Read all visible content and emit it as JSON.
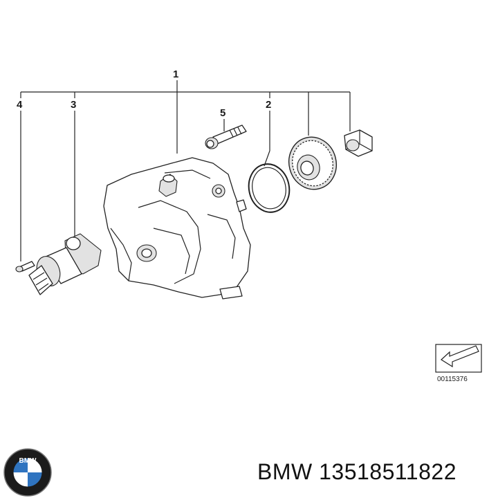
{
  "callouts": {
    "c1": "1",
    "c2": "2",
    "c3": "3",
    "c4": "4",
    "c5": "5"
  },
  "drawing_number": "00115376",
  "footer": {
    "brand": "BMW",
    "part_number": "13518511822"
  },
  "logo": {
    "icon": "bmw-roundel-icon",
    "text": "BMW"
  },
  "colors": {
    "line": "#222222",
    "background": "#ffffff",
    "logo_blue": "#2f74c0"
  }
}
